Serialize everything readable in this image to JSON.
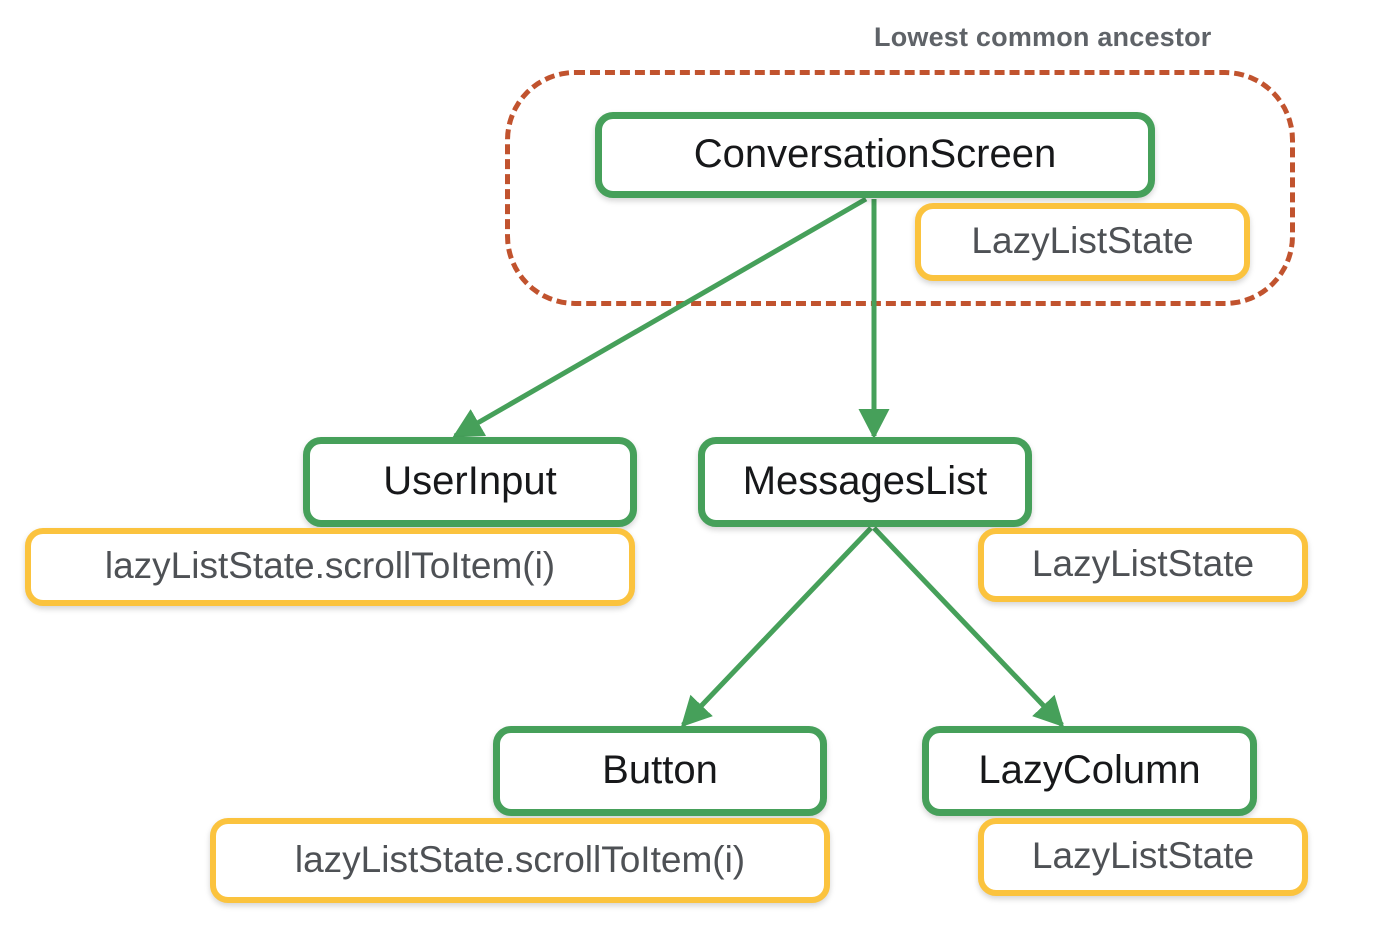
{
  "diagram": {
    "title": "Lowest common ancestor",
    "colors": {
      "composable_border": "#46a05a",
      "state_border": "#fbc33e",
      "region_border": "#c1532e",
      "edge": "#46a05a",
      "title_text": "#5f6368",
      "composable_text": "#17181a",
      "state_text": "#4e5155",
      "background": "#ffffff"
    },
    "nodes": {
      "conversation_screen": {
        "label": "ConversationScreen"
      },
      "user_input": {
        "label": "UserInput"
      },
      "messages_list": {
        "label": "MessagesList"
      },
      "button": {
        "label": "Button"
      },
      "lazy_column": {
        "label": "LazyColumn"
      }
    },
    "state_nodes": {
      "conversation_screen_state": {
        "label": "LazyListState"
      },
      "user_input_call": {
        "label": "lazyListState.scrollToItem(i)"
      },
      "messages_list_state": {
        "label": "LazyListState"
      },
      "button_call": {
        "label": "lazyListState.scrollToItem(i)"
      },
      "lazy_column_state": {
        "label": "LazyListState"
      }
    },
    "edges": [
      {
        "from": "ConversationScreen",
        "to": "UserInput"
      },
      {
        "from": "ConversationScreen",
        "to": "MessagesList"
      },
      {
        "from": "MessagesList",
        "to": "Button"
      },
      {
        "from": "MessagesList",
        "to": "LazyColumn"
      }
    ],
    "region": {
      "label": "Lowest common ancestor",
      "contains": [
        "ConversationScreen",
        "LazyListState"
      ]
    }
  }
}
